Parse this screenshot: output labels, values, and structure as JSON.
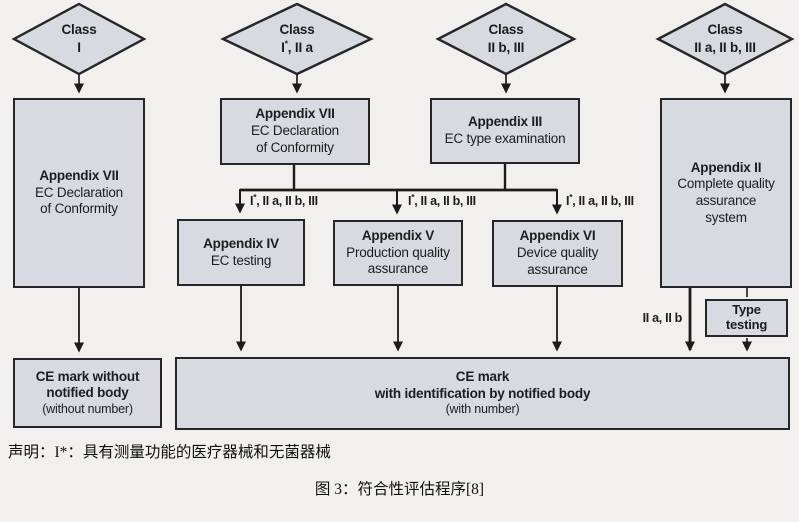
{
  "colors": {
    "page_background": "#f1f0ee",
    "node_fill": "#d7dae1",
    "node_border": "#262626",
    "line": "#1b1b1b",
    "text": "#1d1d1d"
  },
  "diamonds": {
    "d1": {
      "top": "Class",
      "bottom": "I"
    },
    "d2": {
      "top": "Class",
      "pre": "I",
      "sup": "*",
      "post": ", II a"
    },
    "d3": {
      "top": "Class",
      "bottom": "II b, III"
    },
    "d4": {
      "top": "Class",
      "bottom": "II a, II b, III"
    }
  },
  "boxes": {
    "app7_left": {
      "title": "Appendix VII",
      "line1": "EC Declaration",
      "line2": "of Conformity"
    },
    "app7_mid": {
      "title": "Appendix VII",
      "line1": "EC Declaration",
      "line2": "of Conformity"
    },
    "app3": {
      "title": "Appendix III",
      "line1": "EC type examination"
    },
    "app2": {
      "title": "Appendix II",
      "line1": "Complete quality",
      "line2": "assurance",
      "line3": "system"
    },
    "app4": {
      "title": "Appendix IV",
      "line1": "EC testing"
    },
    "app5": {
      "title": "Appendix V",
      "line1": "Production quality",
      "line2": "assurance"
    },
    "app6": {
      "title": "Appendix VI",
      "line1": "Device quality",
      "line2": "assurance"
    },
    "type_testing": {
      "line1": "Type",
      "line2": "testing"
    },
    "ce_left": {
      "line1": "CE mark without",
      "line2": "notified body",
      "line3": "(without number)"
    },
    "ce_big": {
      "line1": "CE mark",
      "line2": "with identification by notified body",
      "line3": "(with number)"
    }
  },
  "branch_labels": [
    {
      "pre": "I",
      "sup": "*",
      "post": ", II a, II b, III"
    },
    {
      "pre": "I",
      "sup": "*",
      "post": ", II a, II b, III"
    },
    {
      "pre": "I",
      "sup": "*",
      "post": ", II a, II b, III"
    }
  ],
  "side_label": "II a, II b",
  "note": "声明：I*：具有测量功能的医疗器械和无菌器械",
  "caption": "图 3：符合性评估程序[8]"
}
